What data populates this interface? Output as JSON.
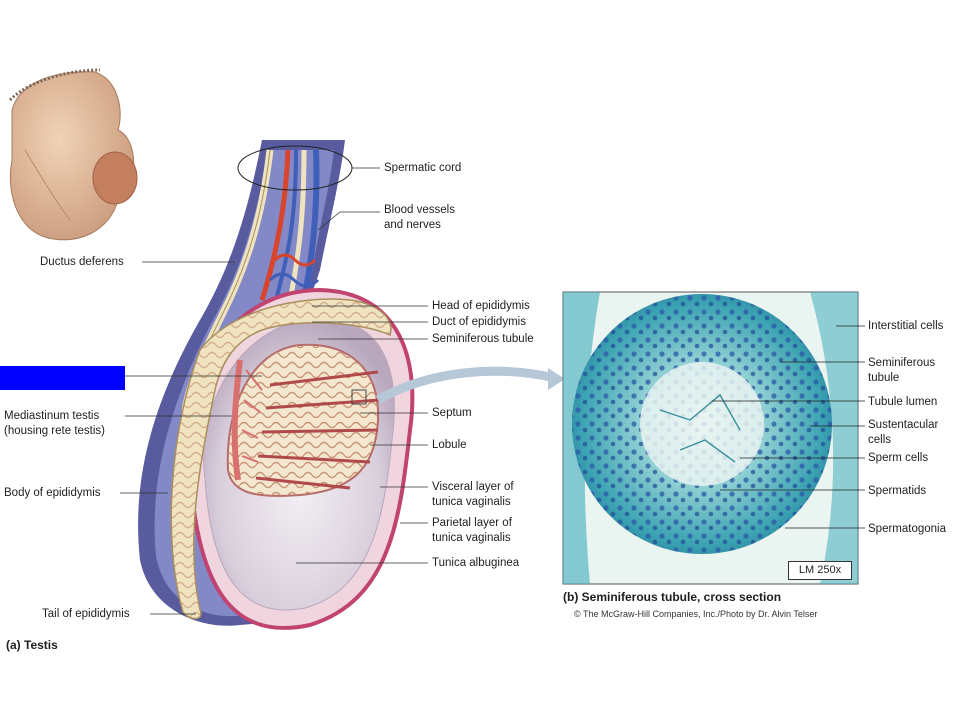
{
  "labels": {
    "spermatic_cord": "Spermatic cord",
    "blood_vessels_1": "Blood vessels",
    "blood_vessels_2": "and nerves",
    "ductus_deferens": "Ductus deferens",
    "head_epididymis": "Head of epididymis",
    "duct_epididymis": "Duct of epididymis",
    "seminiferous_tubule": "Seminiferous tubule",
    "mediastinum_1": "Mediastinum testis",
    "mediastinum_2": "(housing rete testis)",
    "septum": "Septum",
    "lobule": "Lobule",
    "body_epididymis": "Body of epididymis",
    "visceral_1": "Visceral layer of",
    "visceral_2": "tunica vaginalis",
    "parietal_1": "Parietal layer of",
    "parietal_2": "tunica vaginalis",
    "tunica_albuginea": "Tunica albuginea",
    "tail_epididymis": "Tail of epididymis",
    "interstitial_cells": "Interstitial cells",
    "sem_tubule_1": "Seminiferous",
    "sem_tubule_2": "tubule",
    "tubule_lumen": "Tubule lumen",
    "sustentacular_1": "Sustentacular",
    "sustentacular_2": "cells",
    "sperm_cells": "Sperm cells",
    "spermatids": "Spermatids",
    "spermatogonia": "Spermatogonia",
    "scale": "LM 250x"
  },
  "captions": {
    "testis": "(a) Testis",
    "cross_section": "(b) Seminiferous tubule, cross section",
    "credit": "© The McGraw-Hill Companies, Inc./Photo by Dr. Alvin Telser"
  },
  "colors": {
    "redaction": "#0000ff",
    "artery": "#d8452c",
    "vein": "#3f5fb8",
    "epididymis": "#efe3c0",
    "tunica": "#c0446f",
    "histology": "#5fb8c2"
  }
}
